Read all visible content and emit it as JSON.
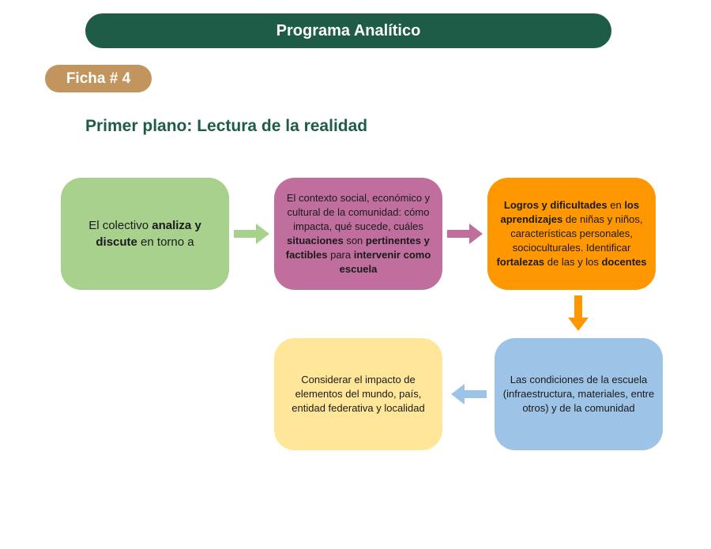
{
  "header": {
    "title": "Programa Analítico"
  },
  "badge": {
    "label": "Ficha # 4"
  },
  "section": {
    "title": "Primer plano: Lectura de la realidad"
  },
  "boxes": [
    {
      "id": "box-1",
      "color": "#a9d18e",
      "segments": [
        {
          "text": "El colectivo ",
          "bold": false
        },
        {
          "text": "analiza y discute",
          "bold": true
        },
        {
          "text": "  en torno a",
          "bold": false
        }
      ]
    },
    {
      "id": "box-2",
      "color": "#c06e9e",
      "segments": [
        {
          "text": "El contexto social, económico y cultural de la comunidad: cómo impacta, qué sucede, cuáles ",
          "bold": false
        },
        {
          "text": "situaciones",
          "bold": true
        },
        {
          "text": " son ",
          "bold": false
        },
        {
          "text": "pertinentes y factibles",
          "bold": true
        },
        {
          "text": " para ",
          "bold": false
        },
        {
          "text": "intervenir como escuela",
          "bold": true
        }
      ]
    },
    {
      "id": "box-3",
      "color": "#ff9800",
      "segments": [
        {
          "text": "Logros y dificultades",
          "bold": true
        },
        {
          "text": " en ",
          "bold": false
        },
        {
          "text": "los aprendizajes",
          "bold": true
        },
        {
          "text": " de niñas y niños, características personales, socioculturales. Identificar ",
          "bold": false
        },
        {
          "text": "fortalezas",
          "bold": true
        },
        {
          "text": " de las y los ",
          "bold": false
        },
        {
          "text": "docentes",
          "bold": true
        }
      ]
    },
    {
      "id": "box-4",
      "color": "#9dc3e6",
      "segments": [
        {
          "text": "Las condiciones de la escuela (infraestructura, materiales, entre otros) y de la comunidad",
          "bold": false
        }
      ]
    },
    {
      "id": "box-5",
      "color": "#ffe699",
      "segments": [
        {
          "text": "Considerar el impacto de elementos del mundo, país, entidad federativa y localidad",
          "bold": false
        }
      ]
    }
  ],
  "colors": {
    "header": "#1e5c48",
    "badge": "#c2955e",
    "arrow_green": "#a9d18e",
    "arrow_pink": "#c06e9e",
    "arrow_orange": "#ff9800",
    "arrow_blue": "#9dc3e6"
  }
}
